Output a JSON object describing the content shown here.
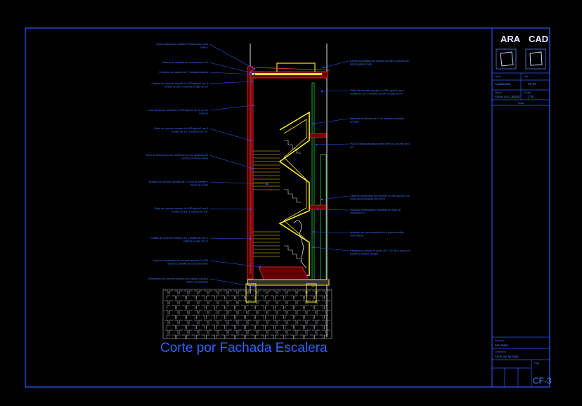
{
  "drawing_title": "Corte por Fachada Escalera",
  "logos": {
    "left": "ARA",
    "right": "CAD"
  },
  "title_block": {
    "field1_label": "Tema",
    "field1_value": "Arquitectura",
    "field2_label": "Tipo",
    "field2_value": "CF-03",
    "field3_label": "Dibujo",
    "field3_value": "Apoyo con Calidad",
    "field4_label": "Escala",
    "field4_value": "1:50",
    "notes": "Notas",
    "bottom1_label": "Proyecto",
    "bottom1_value": "San Isidro",
    "bottom2_label": "Contenido",
    "bottom2_value": "Corte por fachada",
    "bottom3_label": "Hoja",
    "sheet_number": "CF-3"
  },
  "annotations_left": [
    "Impermeabilizante asfáltico Prefabricado color blanco",
    "Sistema de cubierta de losa maciza e=12",
    "Entrepiso de madera de 1\" acabado natural",
    "Cadena de concreto armado f'c=200 kg/cm2 con 4 varillas de 3/8\" y estribos a cada 20 cm",
    "Losa maciza de concreto f'c=200 kg/cm2 de 10 cm de espesor",
    "Trabe de concreto armado f'c=250 kg/cm2 con 4 varillas de 1/2\" y estribos de 1/4\"",
    "Muro de block hueco de 15x20x40 cm con aplanado de mortero cemento-arena",
    "Escalón de concreto armado de 17.5 cm de peralte y 28 cm de huella",
    "Trabe de concreto armado f'c=250 kg/cm2 con 6 varillas de 5/8\" y estribos de 3/8\"",
    "Castillo de concreto armado con 4 varillas de 3/8\" y estribos a cada 15 cm",
    "Losa de cimentación de concreto armado f'c=250 kg/cm2 y plantilla de concreto pobre",
    "Cimentación de concreto armado con zapata corrida y relleno compactado"
  ],
  "annotations_right": [
    "Lámina acanalada con aislante térmico y canalón de lámina galvanizada",
    "Trabe de concreto armado f'c=250 kg/cm2 con 4 varillas de 1/2\" y estribos de 3/8\" a cada 15 cm",
    "Barandal de herrería de 1\" de diámetro acabado esmalte",
    "Piso de loseta cerámica sobre firme de concreto de 5 cm",
    "Capa de compresión de concreto f'c=200 kg/cm2 con malla electrosoldada 6x6-10/10",
    "Viguetas pretensadas y bovedilla de block de 15x20x56 cm",
    "Aplanado de yeso acabado fino y pintura vinílica color blanco",
    "Pasamanos tubular de acero de 1 1/2\" fijo a muro con taquete y pintura esmalte"
  ]
}
